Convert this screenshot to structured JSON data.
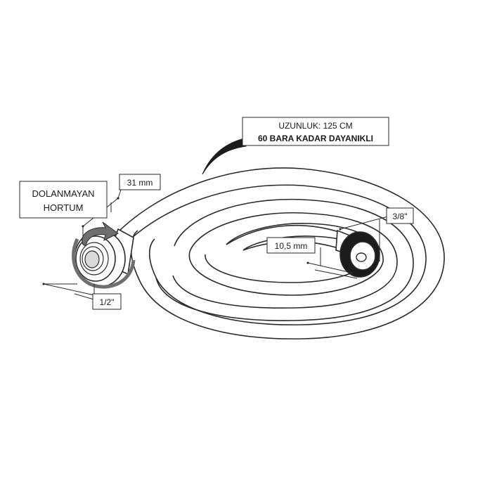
{
  "callouts": {
    "length_line1": "UZUNLUK: 125 CM",
    "length_line2": "60 BARA KADAR DAYANIKLI",
    "hose_line1": "DOLANMAYAN",
    "hose_line2": "HORTUM"
  },
  "dimensions": {
    "outer_diameter": "31 mm",
    "left_thread": "1/2\"",
    "right_thread": "3/8\"",
    "inner_length": "10,5 mm"
  },
  "colors": {
    "stroke": "#2a2a2a",
    "hose_fill": "#ffffff",
    "nut_dark": "#1c1c1c",
    "arrow_gray": "#6e6e6e"
  }
}
